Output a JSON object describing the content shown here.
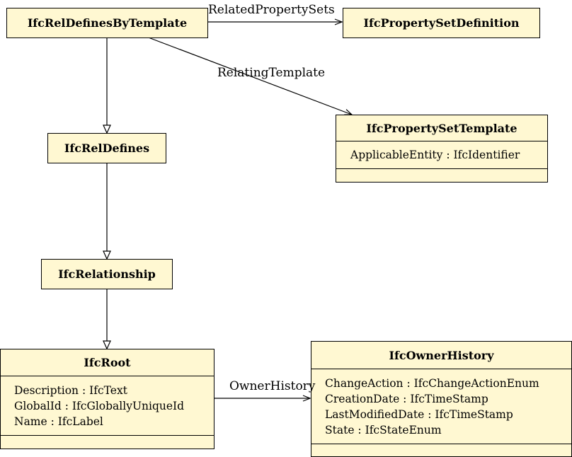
{
  "classes": {
    "rel_defines_by_template": {
      "name": "IfcRelDefinesByTemplate"
    },
    "property_set_definition": {
      "name": "IfcPropertySetDefinition"
    },
    "property_set_template": {
      "name": "IfcPropertySetTemplate",
      "attributes": [
        "ApplicableEntity : IfcIdentifier"
      ]
    },
    "rel_defines": {
      "name": "IfcRelDefines"
    },
    "relationship": {
      "name": "IfcRelationship"
    },
    "root": {
      "name": "IfcRoot",
      "attributes": [
        "Description : IfcText",
        "GlobalId : IfcGloballyUniqueId",
        "Name : IfcLabel"
      ]
    },
    "owner_history": {
      "name": "IfcOwnerHistory",
      "attributes": [
        "ChangeAction : IfcChangeActionEnum",
        "CreationDate : IfcTimeStamp",
        "LastModifiedDate : IfcTimeStamp",
        "State : IfcStateEnum"
      ]
    }
  },
  "associations": {
    "related_property_sets": "RelatedPropertySets",
    "relating_template": "RelatingTemplate",
    "owner_history": "OwnerHistory"
  }
}
